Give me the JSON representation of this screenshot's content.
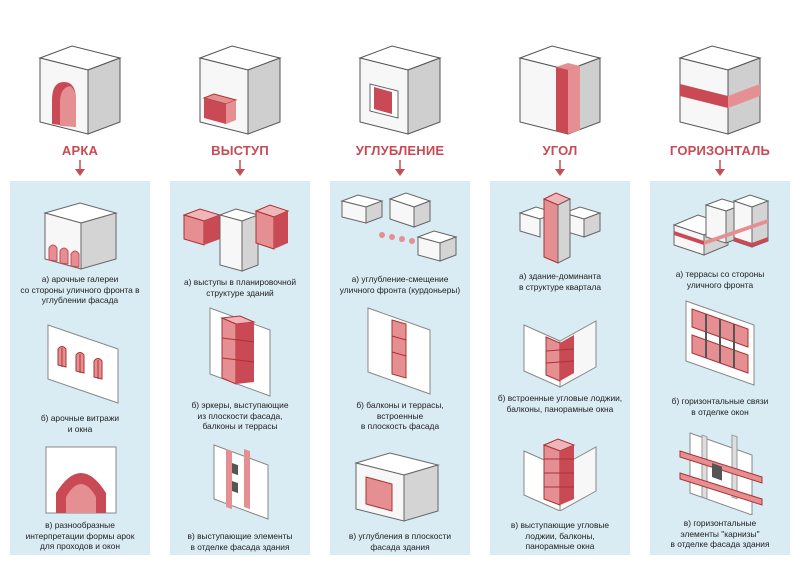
{
  "colors": {
    "accent": "#c94a55",
    "fill": "#e58f93",
    "panel": "#d9ebf3",
    "cube_top": "#ffffff",
    "cube_left": "#f5f5f5",
    "cube_right": "#cfcfcf"
  },
  "columns": [
    {
      "title": "АРКА",
      "items": [
        "а) арочные галереи\nсо стороны уличного фронта в\nуглублении фасада",
        "б) арочные витражи\nи окна",
        "в) разнообразные\nинтерпретации формы арок\nдля проходов и окон"
      ]
    },
    {
      "title": "ВЫСТУП",
      "items": [
        "а) выступы в планировочной\nструктуре зданий",
        "б) эркеры, выступающие\nиз плоскости фасада,\nбалконы и террасы",
        "в) выступающие элементы\nв отделке фасада здания"
      ]
    },
    {
      "title": "УГЛУБЛЕНИЕ",
      "items": [
        "а) углубление-смещение\nуличного фронта (курдоньеры)",
        "б) балконы и террасы,\nвстроенные\nв  плоскость фасада",
        "в) углубления в плоскости\nфасада здания"
      ]
    },
    {
      "title": "УГОЛ",
      "items": [
        "а) здание-доминанта\nв структуре квартала",
        "б) встроенные угловые лоджии,\nбалконы, панорамные окна",
        "в) выступающие угловые\nлоджии, балконы,\nпанорамные окна"
      ]
    },
    {
      "title": "ГОРИЗОНТАЛЬ",
      "items": [
        "а) террасы со стороны\nуличного фронта",
        "б) горизонтальные связи\nв отделке окон",
        "в) горизонтальные\nэлементы \"карнизы\"\nв отделке фасада здания"
      ]
    }
  ]
}
